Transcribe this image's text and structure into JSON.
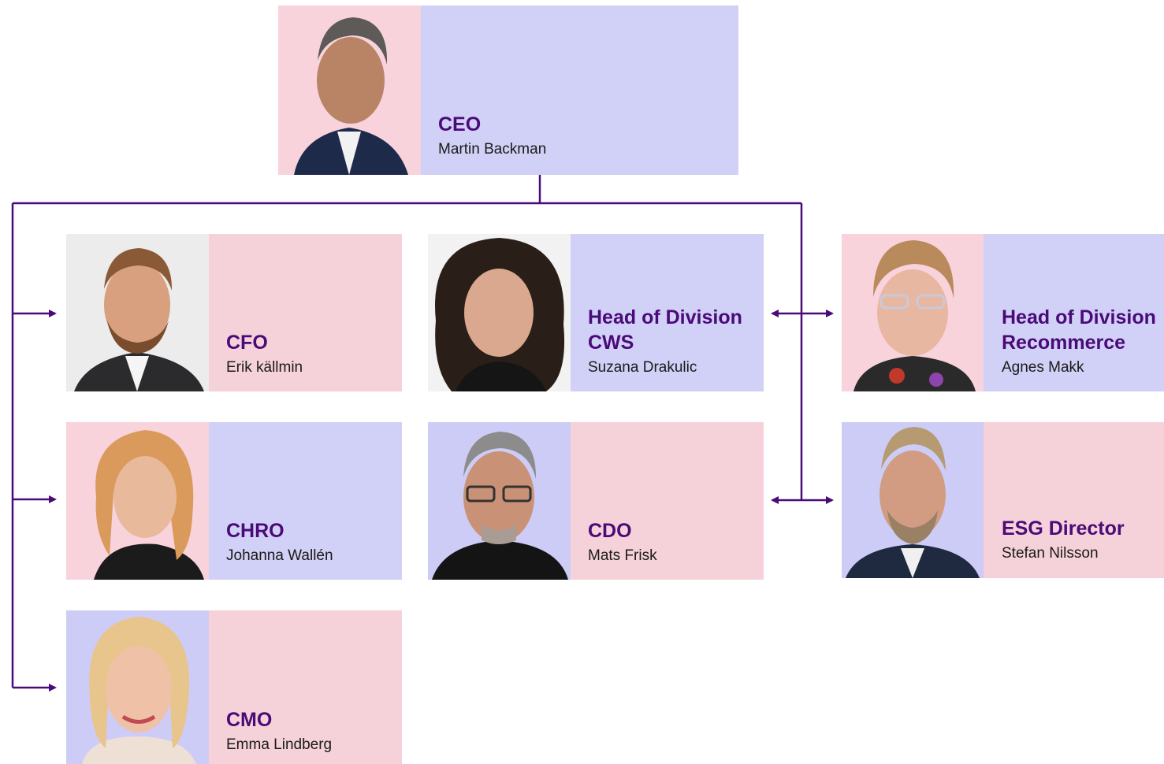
{
  "ceo": {
    "role": "CEO",
    "name": "Martin Backman"
  },
  "cfo": {
    "role": "CFO",
    "name": "Erik källmin"
  },
  "chro": {
    "role": "CHRO",
    "name": "Johanna Wallén"
  },
  "cmo": {
    "role": "CMO",
    "name": "Emma Lindberg"
  },
  "cws": {
    "role_line1": "Head of Division",
    "role_line2": "CWS",
    "name": "Suzana Drakulic"
  },
  "cdo": {
    "role": "CDO",
    "name": "Mats Frisk"
  },
  "recommerce": {
    "role_line1": "Head of Division",
    "role_line2": "Recommerce",
    "name": "Agnes Makk"
  },
  "esg": {
    "role": "ESG Director",
    "name": "Stefan Nilsson"
  },
  "colors": {
    "connector": "#4a0a78",
    "pink": "#f5d1d9",
    "lavender": "#d1d0f6",
    "role_text": "#4a0a78"
  }
}
